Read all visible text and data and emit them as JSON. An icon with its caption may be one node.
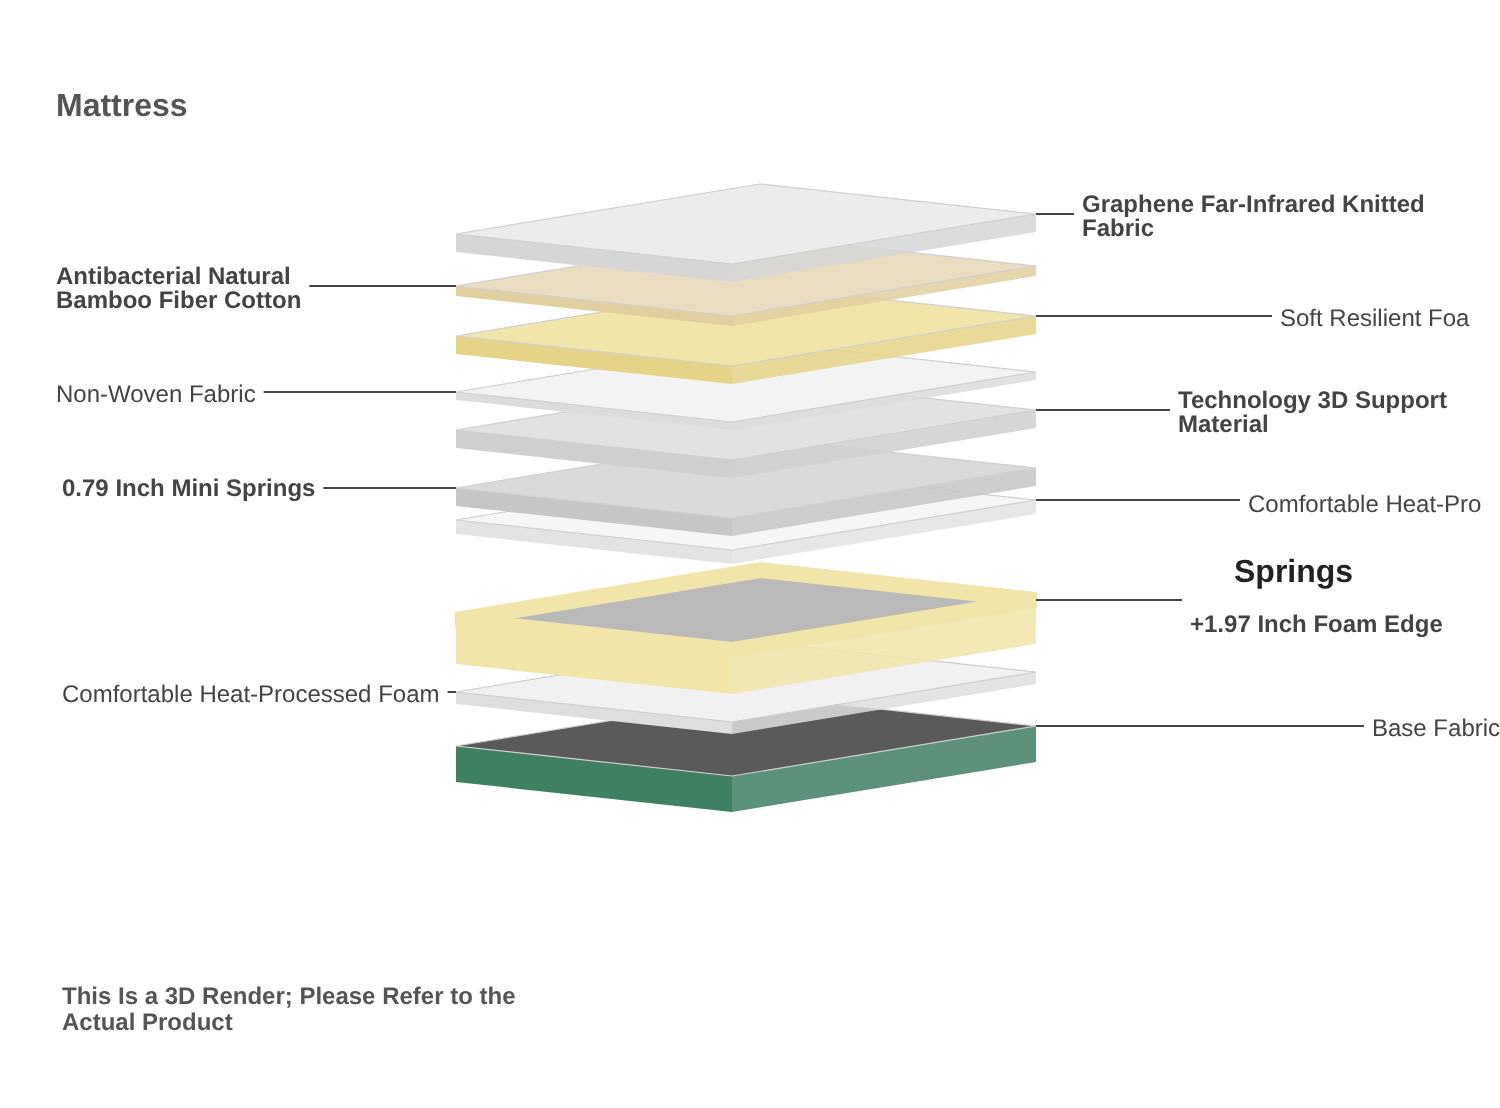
{
  "diagram": {
    "title": "Mattress",
    "caption": "This Is a 3D Render; Please Refer to the Actual Product",
    "nodes": [
      {
        "text": [
          "Graphene Far-Infrared Knitted Fabric"
        ]
      },
      {
        "text": [],
        "shape": "picture"
      },
      {
        "text": [
          "Antibacterial Natural Bamboo Fiber Cotton"
        ]
      },
      {
        "text": [],
        "shape": "picture"
      },
      {
        "text": [
          "Soft Resilient Foa"
        ]
      },
      {
        "text": [],
        "shape": "picture"
      },
      {
        "text": [
          "Non-Woven Fabric"
        ]
      },
      {
        "text": [],
        "shape": "picture"
      },
      {
        "text": [
          "Technology 3D Support Material"
        ]
      },
      {
        "text": [],
        "shape": "picture"
      },
      {
        "text": [
          "0.79 Inch Mini Springs"
        ]
      },
      {
        "text": [],
        "shape": "picture"
      },
      {
        "text": [
          "Comfortable Heat-Pro"
        ]
      },
      {
        "text": [],
        "shape": "picture"
      },
      {
        "text": [
          "Springs",
          "+1.97 Inch Foam Edge"
        ]
      },
      {
        "text": [],
        "shape": "picture"
      },
      {
        "text": [
          "Comfortable Heat-Processed Foam"
        ]
      },
      {
        "text": [],
        "shape": "picture"
      },
      {
        "text": [
          "Base Fabric"
        ]
      },
      {
        "text": [],
        "shape": "picture"
      }
    ],
    "edges": [
      {
        "from": 0,
        "to": 1,
        "arrow": "none"
      },
      {
        "from": 2,
        "to": 3,
        "arrow": "none"
      },
      {
        "from": 4,
        "to": 5,
        "arrow": "none"
      },
      {
        "from": 6,
        "to": 7,
        "arrow": "none"
      },
      {
        "from": 8,
        "to": 9,
        "arrow": "none"
      },
      {
        "from": 10,
        "to": 11,
        "arrow": "none"
      },
      {
        "from": 12,
        "to": 13,
        "arrow": "none"
      },
      {
        "from": 14,
        "to": 15,
        "arrow": "none"
      },
      {
        "from": 16,
        "to": 17,
        "arrow": "none"
      },
      {
        "from": 18,
        "to": 19,
        "arrow": "none"
      }
    ]
  }
}
